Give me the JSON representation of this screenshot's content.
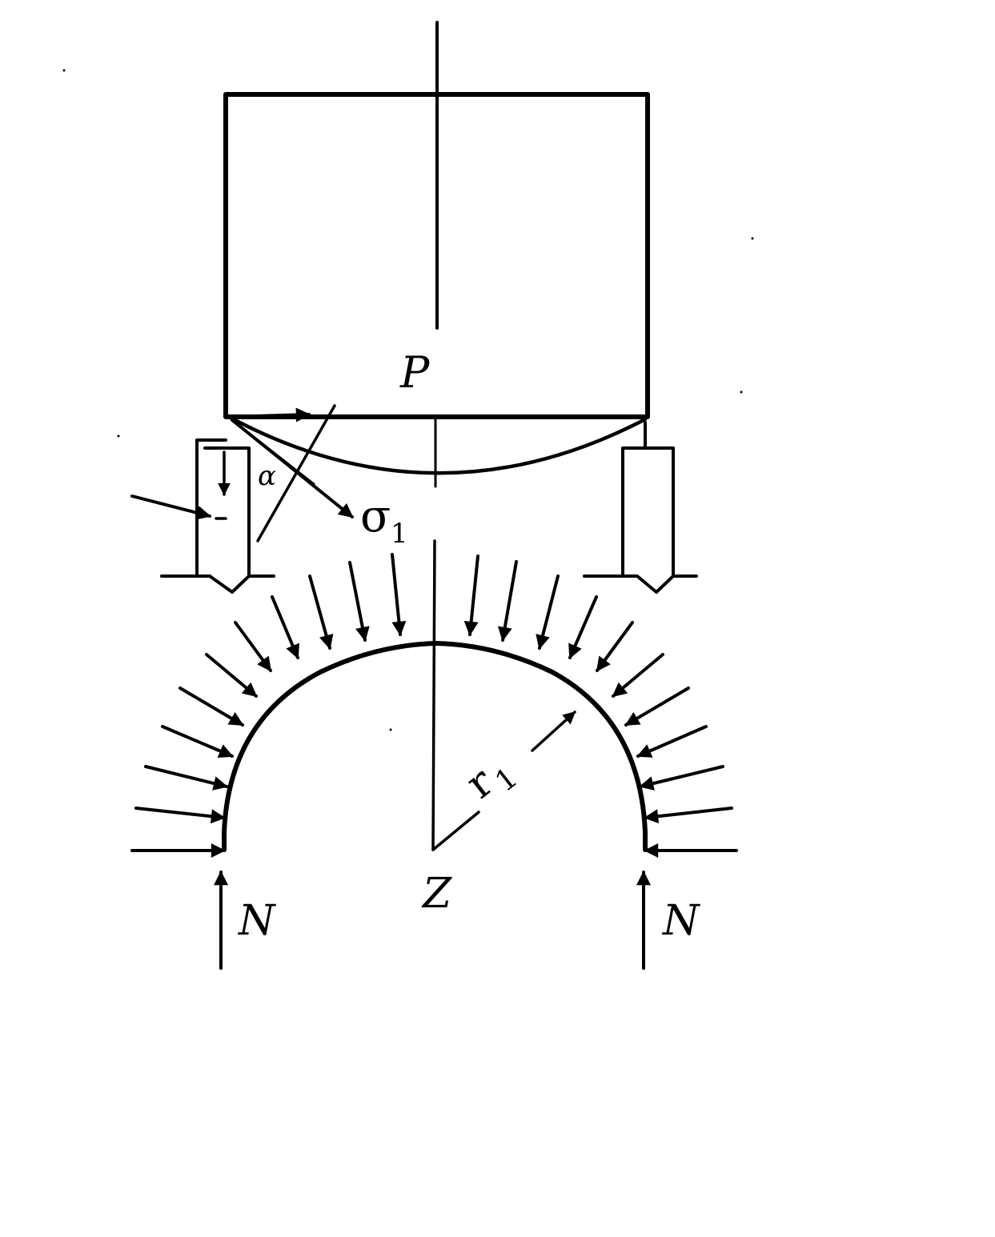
{
  "labels": {
    "load": "P",
    "angle": "α",
    "stress": "σ",
    "stress_sub": "1",
    "radius": "r",
    "radius_sub": "1",
    "center": "Z",
    "reaction_left": "N",
    "reaction_right": "N"
  },
  "colors": {
    "ink": "#000000",
    "paper": "#ffffff"
  }
}
